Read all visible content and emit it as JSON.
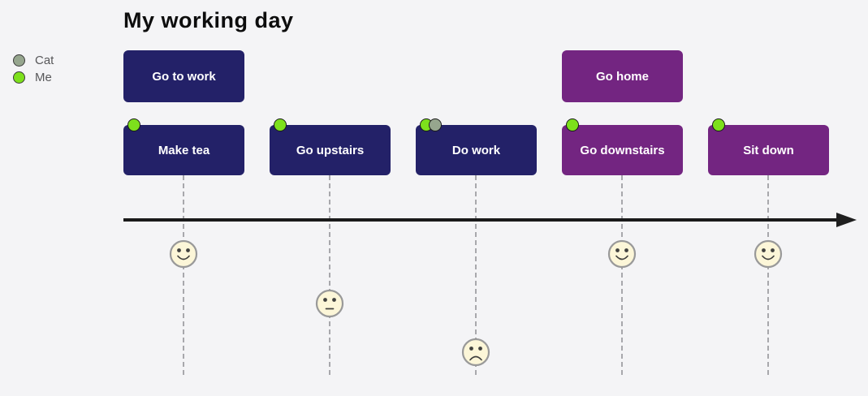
{
  "title": "My working day",
  "legend": {
    "items": [
      {
        "id": "cat",
        "label": "Cat",
        "color": "#96a68e"
      },
      {
        "id": "me",
        "label": "Me",
        "color": "#7de01c"
      }
    ]
  },
  "colors": {
    "background": "#f4f4f6",
    "navy": "#232168",
    "purple": "#732581",
    "box_text": "#ffffff",
    "me_marker": "#7de01c",
    "cat_marker": "#96a68e",
    "axis": "#1a1a1a",
    "dashed_guide": "#a8a8ac",
    "face_fill": "#fcf6d8",
    "face_stroke": "#999999",
    "face_features": "#40403e"
  },
  "timeline": {
    "boxes": [
      {
        "label": "Go to work",
        "row": 1,
        "col": 0,
        "color": "navy",
        "markers": []
      },
      {
        "label": "Go home",
        "row": 1,
        "col": 3,
        "color": "purple",
        "markers": []
      },
      {
        "label": "Make tea",
        "row": 2,
        "col": 0,
        "color": "navy",
        "markers": [
          "me"
        ]
      },
      {
        "label": "Go upstairs",
        "row": 2,
        "col": 1,
        "color": "navy",
        "markers": [
          "me"
        ]
      },
      {
        "label": "Do work",
        "row": 2,
        "col": 2,
        "color": "navy",
        "markers": [
          "me",
          "cat"
        ]
      },
      {
        "label": "Go downstairs",
        "row": 2,
        "col": 3,
        "color": "purple",
        "markers": [
          "me"
        ]
      },
      {
        "label": "Sit down",
        "row": 2,
        "col": 4,
        "color": "purple",
        "markers": [
          "me"
        ]
      }
    ],
    "moods": [
      {
        "col": 0,
        "face": "happy"
      },
      {
        "col": 1,
        "face": "neutral"
      },
      {
        "col": 2,
        "face": "sad"
      },
      {
        "col": 3,
        "face": "happy"
      },
      {
        "col": 4,
        "face": "happy"
      }
    ]
  }
}
